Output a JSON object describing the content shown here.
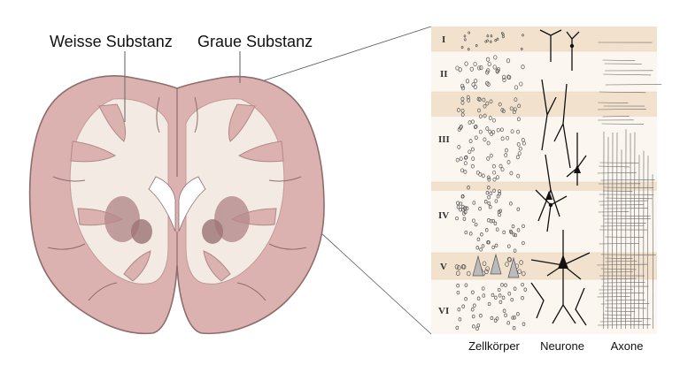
{
  "labels": {
    "white_matter": "Weisse Substanz",
    "gray_matter": "Graue Substanz"
  },
  "layers": [
    "I",
    "II",
    "III",
    "IV",
    "V",
    "VI"
  ],
  "columns": [
    "Zellkörper",
    "Neurone",
    "Axone"
  ],
  "colors": {
    "gray_matter": "#dcb2b0",
    "white_matter": "#f3ebe3",
    "outline": "#8e6d6c",
    "panel_band": "#f2e2cd"
  }
}
